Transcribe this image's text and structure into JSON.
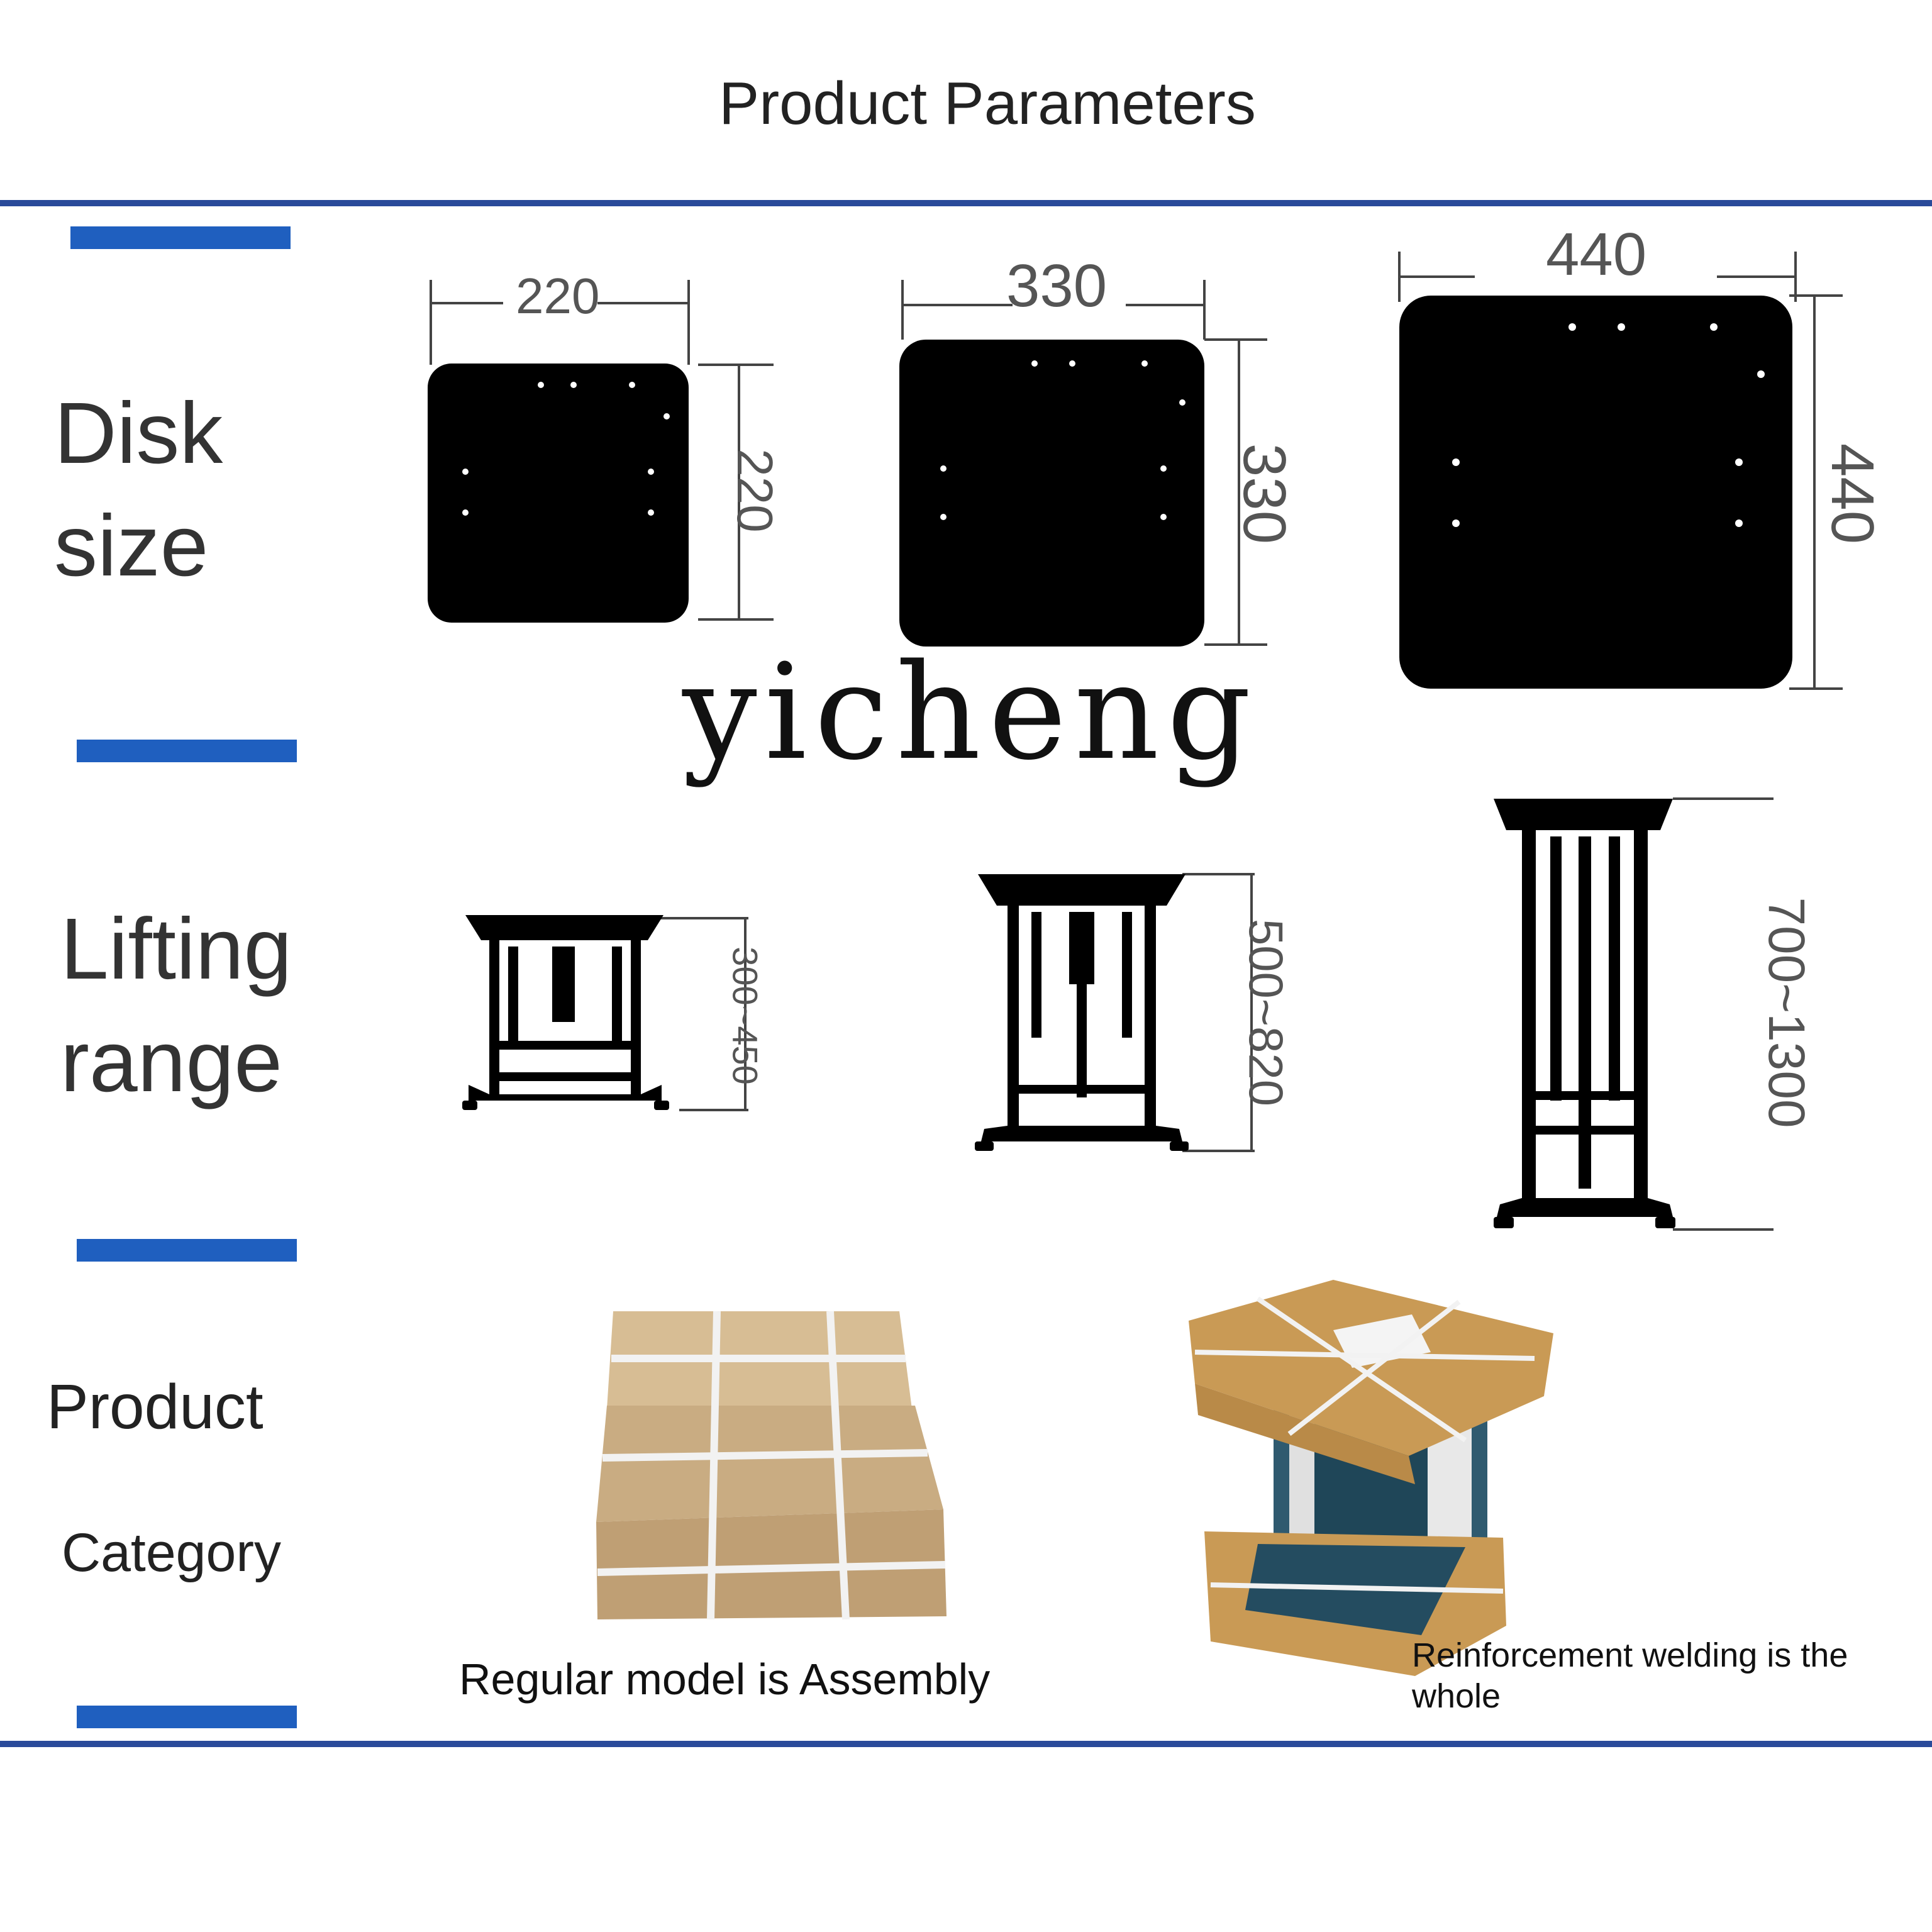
{
  "title": "Product Parameters",
  "sections": {
    "disk_size": {
      "line1": "Disk",
      "line2": "size"
    },
    "lifting_range": {
      "line1": "Lifting",
      "line2": "range"
    },
    "product_category": {
      "line1": "Product",
      "line2": "Category"
    }
  },
  "disk_sizes": [
    {
      "width": "220",
      "height": "220"
    },
    {
      "width": "330",
      "height": "330"
    },
    {
      "width": "440",
      "height": "440"
    }
  ],
  "lifting_ranges": [
    "300~450",
    "500~820",
    "700~1300"
  ],
  "watermark": "yicheng",
  "categories": {
    "assembly_caption": "Regular model is Assembly",
    "welded_caption": "Reinforcement welding is the whole"
  },
  "colors": {
    "accent_bar": "#1f5fbf",
    "divider": "#2a4a9a",
    "box": "#c9a36b"
  }
}
